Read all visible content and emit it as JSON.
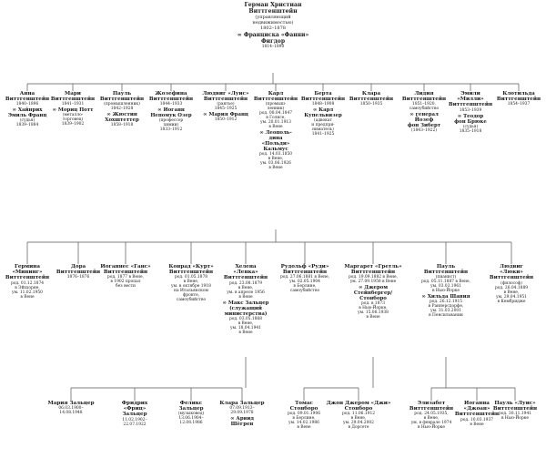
{
  "root": {
    "name": "Герман Христиан\nВиттгенштейн",
    "details": "(управляющий\nнедвижимостью)\n1802–1878",
    "spouse": "∞ Франциска «Фанни»\nФигдор",
    "spouse_details": "1814–1890"
  },
  "gen2": [
    {
      "name": "Анна\nВиттгенштейн",
      "details": "1840–1896",
      "spouse": "∞ Хайнрих\nЭмиль Франц",
      "spouse_details": "(судья)\n1839–1884"
    },
    {
      "name": "Мари\nВиттгенштейн",
      "details": "1841–1931",
      "spouse": "∞ Мориц Потт",
      "spouse_details": "(металло-\nторговец)\n1839–1902"
    },
    {
      "name": "Пауль\nВиттгенштейн",
      "details": "(промышленник)\n1842–1928",
      "spouse": "∞ Жюстин\nХохштеттер",
      "spouse_details": "1858–1918"
    },
    {
      "name": "Жозефина\nВиттгенштейн",
      "details": "1844–1933",
      "spouse": "∞ Иоганн\nНепомук Озер",
      "spouse_details": "(профессор\nхимии)\n1833–1912"
    },
    {
      "name": "Людвиг «Луис»\nВиттгенштейн",
      "details": "(рантье)\n1845–1925",
      "spouse": "∞ Мария Франц",
      "spouse_details": "1850–1912"
    },
    {
      "name": "Карл\nВиттгенштейн",
      "details": "(промыш-\nленник)\nрод. 08.04.1847\nв Голисе,\nум. 20.01.1913\nв Вене",
      "spouse": "∞ Леополь-\nдина\n«Польди»\nКальмус",
      "spouse_details": "род. 14.03.1850\nв Вене,\nум. 03.06.1926\nв Вене"
    },
    {
      "name": "Берта\nВиттгенштейн",
      "details": "1848–1908",
      "spouse": "∞ Карл\nКупельвизер",
      "spouse_details": "(адвокат\nи предпри-\nниматель)\n1841–1925"
    },
    {
      "name": "Клара\nВиттгенштейн",
      "details": "1850–1935",
      "spouse": "",
      "spouse_details": ""
    },
    {
      "name": "Лидия\nВиттгенштейн",
      "details": "1851–1920,\nсамоубийство",
      "spouse": "∞ генерал\nЙозеф\nфон Зиберт",
      "spouse_details": "(1843–1922)"
    },
    {
      "name": "Эмили\n«Милли»\nВиттгенштейн",
      "details": "1853–1939",
      "spouse": "∞ Теодор\nфон Брюке",
      "spouse_details": "(судья)\n1835–1918"
    },
    {
      "name": "Клотильда\nВиттгенштейн",
      "details": "1854–1937",
      "spouse": "",
      "spouse_details": ""
    }
  ],
  "gen3": [
    {
      "name": "Гермина\n«Мининг»\nВиттгенштейн",
      "details": "род. 01.12.1874\nв Эйххорне,\nум. 11.02.1950\nв Вене",
      "spouse": "",
      "spouse_details": ""
    },
    {
      "name": "Дора\nВиттгенштейн",
      "details": "1876–1876",
      "spouse": "",
      "spouse_details": ""
    },
    {
      "name": "Иоганнес «Ганс»\nВиттгенштейн",
      "details": "род. 1877 в Вене,\nв 1902 пропал\nбез вести",
      "spouse": "",
      "spouse_details": ""
    },
    {
      "name": "Конрад «Курт»\nВиттгенштейн",
      "details": "род. 01.05.1878\nв Вене,\nум. в октябре 1918\nна Итальянском\nфронте,\nсамоубийство",
      "spouse": "",
      "spouse_details": ""
    },
    {
      "name": "Хелена\n«Ленка»\nВиттгенштейн",
      "details": "род. 23.08.1879\nв Вене,\nум. в апреле 1956\nв Вене",
      "spouse": "∞ Макс Зальцер\n(служащий\nминистерства)",
      "spouse_details": "род. 03.05.1868\nв Вене,\nум. 18.04.1941\nв Вене"
    },
    {
      "name": "Рудольф «Руди»\nВиттгенштейн",
      "details": "род. 27.06.1881 в Вене,\nум. 02.05.1904\nв Берлине,\nсамоубийство",
      "spouse": "",
      "spouse_details": ""
    },
    {
      "name": "Маргарет «Гретль»\nВиттгенштейн",
      "details": "род. 19.09.1882 в Вене,\nум. 27.09.1958 в Вене",
      "spouse": "∞ Джером\nСтейнбергер/\nСтонборо",
      "spouse_details": "род. в 1873\nв Нью-Йорке,\nум. 15.06.1938\nв Вене"
    },
    {
      "name": "Пауль\nВиттгенштейн",
      "details": "(пианист)\nрод. 05.11.1887 в Вене,\nум. 03.03.1961\nв Нью-Йорке",
      "spouse": "∞ Хильда Шания",
      "spouse_details": "род. 26.12.1915\nв Раннерсдорфе,\nум. 31.03.2001\nв Пенсильвании"
    },
    {
      "name": "Людвиг «Люки»\nВиттгенштейн",
      "details": "(философ)\nрод. 26.04.1889\nв Вене,\nум. 29.04.1951\nв Кембридже",
      "spouse": "",
      "spouse_details": ""
    }
  ],
  "gen4": [
    {
      "name": "Мария Зальцер",
      "details": "06.03.1900–\n14.08.1948",
      "spouse": "",
      "spouse_details": ""
    },
    {
      "name": "Фридрих\n«Фриц»\nЗальцер",
      "details": "11.02.1902–\n22.07.1922",
      "spouse": "",
      "spouse_details": ""
    },
    {
      "name": "Феликс\nЗальцер",
      "details": "(музыковед)\n13.06.1904–\n12.08.1986",
      "spouse": "",
      "spouse_details": ""
    },
    {
      "name": "Клара Зальцер",
      "details": "07.09.1913–\n29.09.1978",
      "spouse": "∞ Арвид\nШёгрен",
      "spouse_details": ""
    },
    {
      "name": "Томас\nСтонборо",
      "details": "род. 09.01.1906\nв Берлине,\nум. 14.02.1986\nв Вене",
      "spouse": "",
      "spouse_details": ""
    },
    {
      "name": "Джон Джером «Джи»\nСтонборо",
      "details": "род. 11.06.1912\nв Вене,\nум. 29.04.2002\nв Дорсете",
      "spouse": "",
      "spouse_details": ""
    },
    {
      "name": "Элизабет\nВиттгенштейн",
      "details": "род. 24.05.1935,\nв Вене,\nум. в феврале 1974\nв Нью-Йорке",
      "spouse": "",
      "spouse_details": ""
    },
    {
      "name": "Иоганна\n«Джоан»\nВиттгенштейн",
      "details": "род. 10.03.1937\nв Вене",
      "spouse": "",
      "spouse_details": ""
    },
    {
      "name": "Пауль «Луис»\nВиттгенштейн",
      "details": "род. 30.11.1941\nв Нью-Йорке",
      "spouse": "",
      "spouse_details": ""
    }
  ]
}
